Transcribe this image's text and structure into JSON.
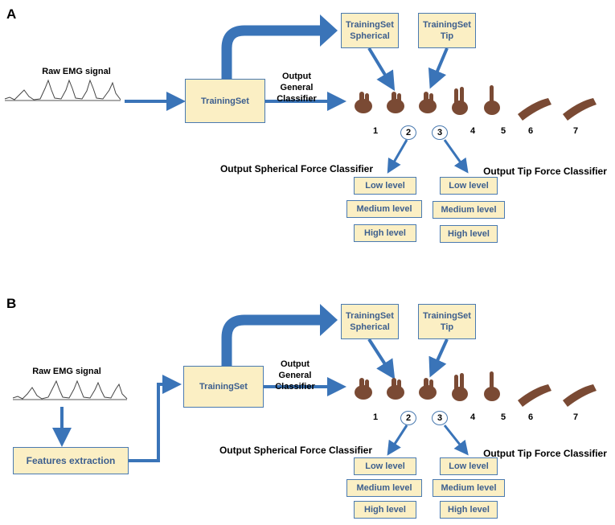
{
  "panels": [
    {
      "letter": "A",
      "raw_label": "Raw EMG signal",
      "trainingset": "TrainingSet",
      "output_general": "Output General Classifier",
      "ts_spherical": "TrainingSet Spherical",
      "ts_tip": "TrainingSet Tip",
      "grasp_numbers": [
        "1",
        "2",
        "3",
        "4",
        "5",
        "6",
        "7"
      ],
      "output_spherical": "Output Spherical Force Classifier",
      "output_tip": "Output Tip Force Classifier",
      "spherical_levels": [
        "Low level",
        "Medium level",
        "High level"
      ],
      "tip_levels": [
        "Low level",
        "Medium level",
        "High level"
      ]
    },
    {
      "letter": "B",
      "raw_label": "Raw EMG signal",
      "features": "Features extraction",
      "trainingset": "TrainingSet",
      "output_general": "Output General Classifier",
      "ts_spherical": "TrainingSet Spherical",
      "ts_tip": "TrainingSet Tip",
      "grasp_numbers": [
        "1",
        "2",
        "3",
        "4",
        "5",
        "6",
        "7"
      ],
      "output_spherical": "Output Spherical Force Classifier",
      "output_tip": "Output Tip Force Classifier",
      "spherical_levels": [
        "Low level",
        "Medium level",
        "High level"
      ],
      "tip_levels": [
        "Low level",
        "Medium level",
        "High level"
      ]
    }
  ],
  "colors": {
    "arrow": "#3a74b8",
    "box_fill": "#fbefc4",
    "box_border": "#4a7ab0",
    "box_text": "#3d5f8e",
    "skin": "#7a4a34"
  },
  "icons": [
    "hand-grasp-icon"
  ]
}
